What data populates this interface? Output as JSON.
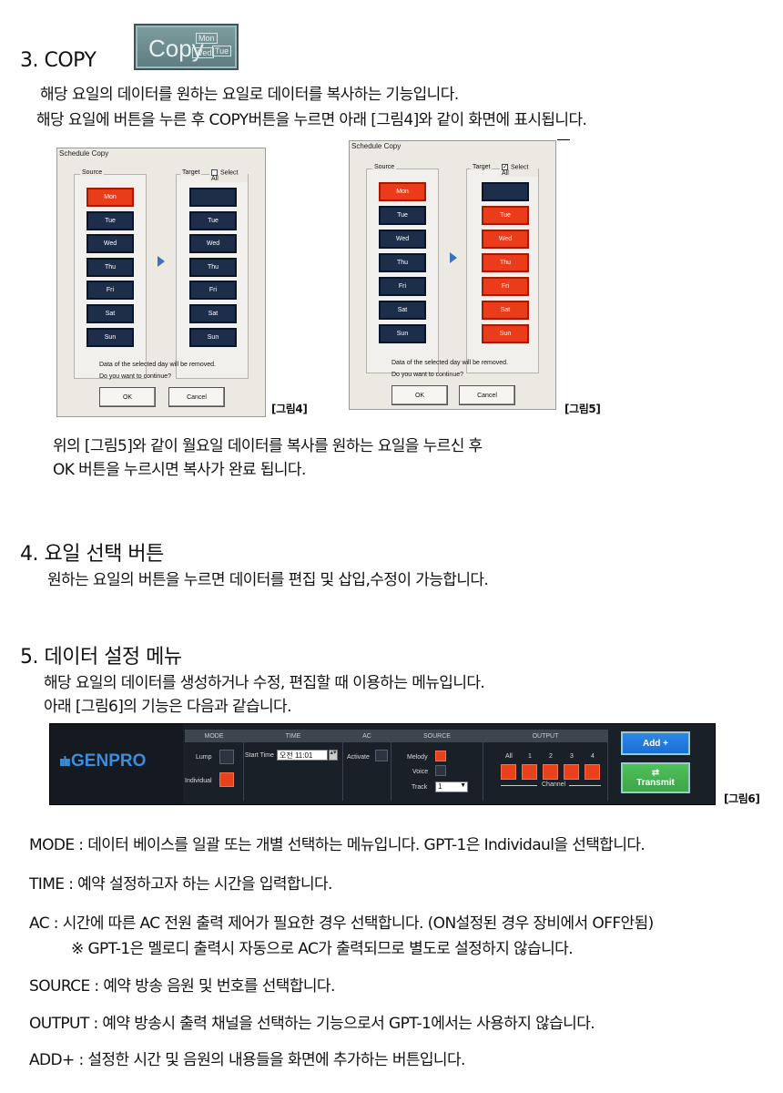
{
  "section3": {
    "heading": "3. COPY",
    "copy_icon": {
      "big": "Copy",
      "mon": "Mon",
      "wed": "Wed",
      "tue": "Tue"
    },
    "line1": "해당 요일의 데이터를 원하는 요일로 데이터를 복사하는 기능입니다.",
    "line2": "해당 요일에 버튼을 누른 후 COPY버튼을 누르면 아래 [그림4]와 같이 화면에 표시됩니다."
  },
  "dialog": {
    "title": "Schedule Copy",
    "source_label": "Source",
    "target_label": "Target",
    "select_all": "Select All",
    "days": [
      "Mon",
      "Tue",
      "Wed",
      "Thu",
      "Fri",
      "Sat",
      "Sun"
    ],
    "msg1": "Data of the selected day will be removed.",
    "msg2": "Do you want to continue?",
    "ok": "OK",
    "cancel": "Cancel"
  },
  "fig4_caption": "[그림4]",
  "fig5_caption": "[그림5]",
  "after_dialog": {
    "line1": "위의 [그림5]와 같이 월요일 데이터를 복사를 원하는 요일을 누르신 후",
    "line2": "OK 버튼을 누르시면 복사가 완료 됩니다."
  },
  "section4": {
    "heading": "4. 요일 선택 버튼",
    "line1": "원하는 요일의 버튼을 누르면 데이터를 편집 및 삽입,수정이 가능합니다."
  },
  "section5": {
    "heading": "5. 데이터 설정 메뉴",
    "line1": "해당 요일의 데이터를 생성하거나 수정, 편집할 때 이용하는 메뉴입니다.",
    "line2": "아래 [그림6]의 기능은 다음과 같습니다."
  },
  "panel": {
    "logo": "GENPRO",
    "headers": {
      "mode": "MODE",
      "time": "TIME",
      "ac": "AC",
      "source": "SOURCE",
      "output": "OUTPUT"
    },
    "lump": "Lump",
    "individual": "Individual",
    "start_time_label": "Start Time",
    "start_time_value": "오전 11:01",
    "activate": "Activate",
    "melody": "Melody",
    "voice": "Voice",
    "track": "Track",
    "track_value": "1",
    "outputs": [
      "All",
      "1",
      "2",
      "3",
      "4"
    ],
    "channel": "Channel",
    "add": "Add +",
    "transmit": "Transmit",
    "colors": {
      "accent_red": "#e9411b",
      "add_blue": "#1a6fd6",
      "transmit_green": "#3fa44a",
      "logo_blue": "#3a8de0"
    }
  },
  "fig6_caption": "[그림6]",
  "definitions": {
    "mode": "MODE : 데이터 베이스를 일괄 또는 개별 선택하는 메뉴입니다. GPT-1은 Individaul을 선택합니다.",
    "time": "TIME : 예약 설정하고자 하는 시간을 입력합니다.",
    "ac": "AC : 시간에 따른 AC 전원 출력 제어가 필요한 경우 선택합니다. (ON설정된 경우 장비에서 OFF안됨)",
    "ac_note": "※ GPT-1은 멜로디 출력시 자동으로 AC가 출력되므로 별도로 설정하지 않습니다.",
    "source": "SOURCE : 예약 방송 음원 및 번호를 선택합니다.",
    "output": "OUTPUT : 예약 방송시 출력 채널을 선택하는 기능으로서 GPT-1에서는 사용하지 않습니다.",
    "add": "ADD+ : 설정한 시간 및 음원의 내용들을 화면에 추가하는 버튼입니다."
  }
}
